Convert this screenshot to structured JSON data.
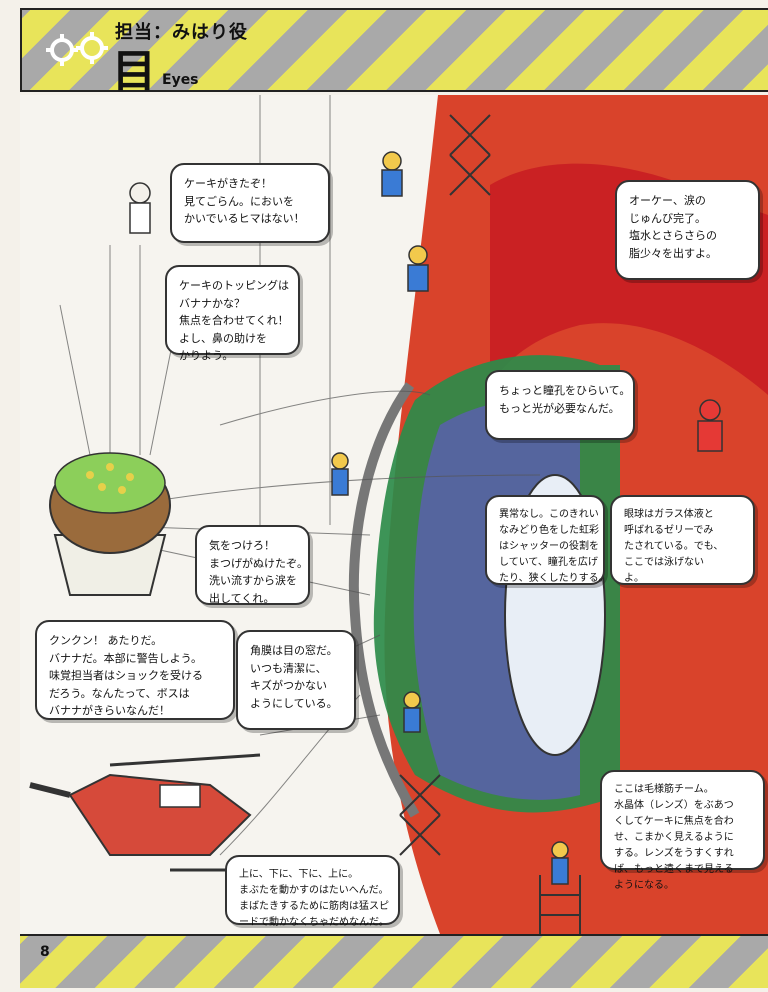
{
  "header": {
    "label": "担当：みはり役",
    "title_kanji": "目",
    "title_en": "Eyes"
  },
  "bubbles": {
    "b1": [
      "ケーキがきたぞ！",
      "見てごらん。においを",
      "かいでいるヒマはない！"
    ],
    "b2": [
      "ケーキのトッピングは",
      "バナナかな？",
      "焦点を合わせてくれ！",
      "よし、鼻の助けを",
      "かりよう。"
    ],
    "b3": [
      "オーケー、涙の",
      "じゅんび完了。",
      "塩水とさらさらの",
      "脂少々を出すよ。"
    ],
    "b4": [
      "ちょっと瞳孔をひらいて。",
      "もっと光が必要なんだ。"
    ],
    "b5": [
      "気をつけろ！",
      "まつげがぬけたぞ。",
      "洗い流すから涙を",
      "出してくれ。"
    ],
    "b6": [
      "クンクン！ あたりだ。",
      "バナナだ。本部に警告しよう。",
      "味覚担当者はショックを受ける",
      "だろう。なんたって、ボスは",
      "バナナがきらいなんだ！"
    ],
    "b7": [
      "角膜は目の窓だ。",
      "いつも清潔に、",
      "キズがつかない",
      "ようにしている。"
    ],
    "b8": [
      "異常なし。このきれい",
      "なみどり色をした虹彩",
      "はシャッターの役割を",
      "していて、瞳孔を広げ",
      "たり、狭くしたりする。"
    ],
    "b9": [
      "眼球はガラス体液と",
      "呼ばれるゼリーでみ",
      "たされている。でも、",
      "ここでは泳げない",
      "よ。"
    ],
    "b10": [
      "ここは毛様筋チーム。",
      "水晶体（レンズ）をぶあつ",
      "くしてケーキに焦点を合わ",
      "せ、こまかく見えるように",
      "する。レンズをうすくすれ",
      "ば、もっと遠くまで見える",
      "ようになる。"
    ],
    "b11": [
      "上に、下に、下に、上に。",
      "まぶたを動かすのはたいへんだ。",
      "まばたきするために筋肉は猛スピ",
      "ードで動かなくちゃだめなんだ。"
    ]
  },
  "footer": {
    "page_number": "8"
  },
  "colors": {
    "stripe_yellow": "#e8e45a",
    "stripe_gray": "#a9a9a9",
    "eye_red": "#d9432b",
    "iris_green": "#2c8b4a"
  }
}
